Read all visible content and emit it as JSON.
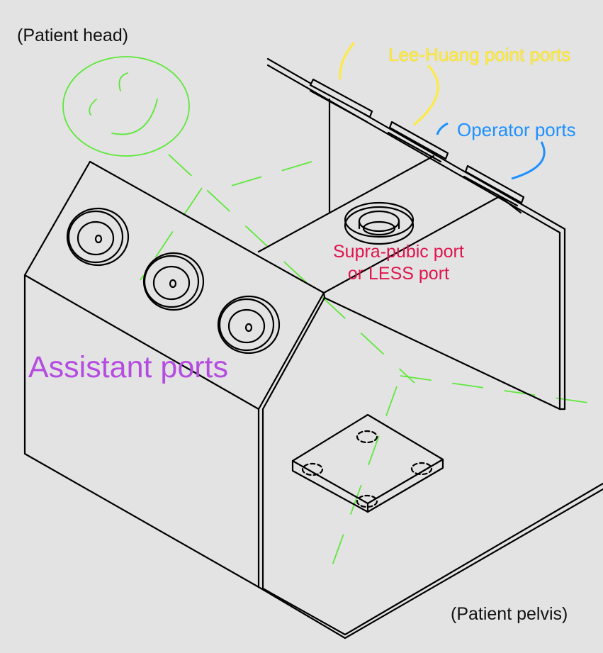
{
  "labels": {
    "patient_head": "(Patient head)",
    "lee_huang": "Lee-Huang point ports",
    "operator": "Operator ports",
    "supra_line1": "Supra-pubic port",
    "supra_line2": "or LESS port",
    "assistant": "Assistant ports",
    "patient_pelvis": "(Patient pelvis)"
  },
  "colors": {
    "background": "#e3e3e3",
    "lines": "#000000",
    "guide_green": "#5ee83a",
    "lee_huang": "#ffeb3b",
    "operator": "#1e90ff",
    "supra": "#e0144c",
    "assistant": "#b44ce0"
  },
  "icons": {
    "face": "smiley-face-icon"
  }
}
